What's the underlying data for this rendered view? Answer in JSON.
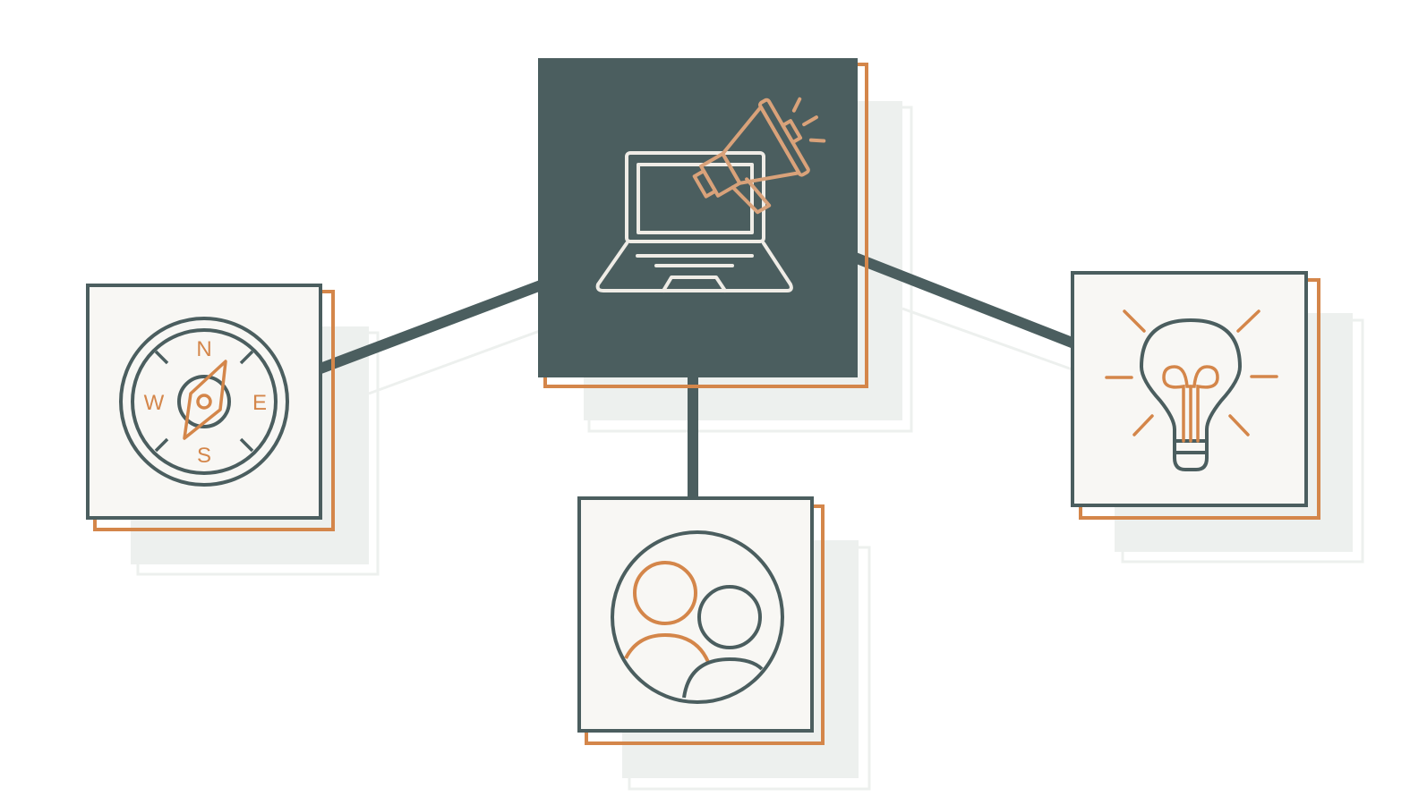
{
  "colors": {
    "dark": "#4B5E5F",
    "accent": "#D4864A",
    "card": "#F8F7F4",
    "shadow": "#EDF0EE",
    "white": "#FFFFFF",
    "laptop_line": "#EFECE6",
    "megaphone": "#D9A27A"
  },
  "compass": {
    "north": "N",
    "south": "S",
    "east": "E",
    "west": "W"
  },
  "nodes": [
    {
      "id": "marketing",
      "icon": "laptop-megaphone-icon"
    },
    {
      "id": "direction",
      "icon": "compass-icon"
    },
    {
      "id": "audience",
      "icon": "users-icon"
    },
    {
      "id": "ideas",
      "icon": "lightbulb-icon"
    }
  ]
}
